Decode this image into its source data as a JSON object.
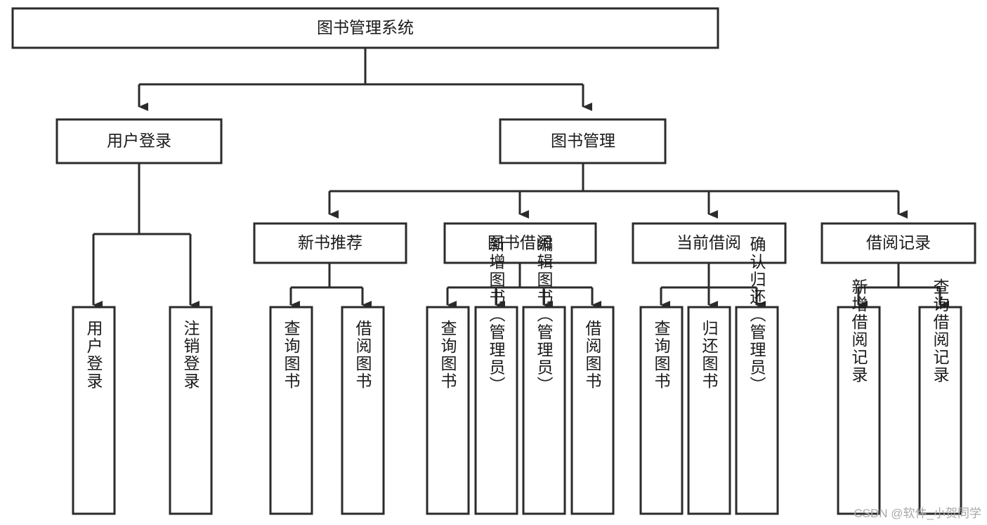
{
  "diagram": {
    "title": "图书管理系统",
    "type": "tree-hierarchy-flowchart",
    "colors": {
      "box_fill": "#ffffff",
      "box_stroke": "#2b2b2b",
      "text": "#1a1a1a",
      "background": "#ffffff",
      "watermark": "#a9a9a9"
    },
    "root": {
      "id": "root",
      "label": "图书管理系统"
    },
    "level2": [
      {
        "id": "user-login",
        "label": "用户登录"
      },
      {
        "id": "book-management",
        "label": "图书管理"
      }
    ],
    "level3": [
      {
        "id": "new-book-recommend",
        "label": "新书推荐"
      },
      {
        "id": "book-borrow",
        "label": "图书借阅"
      },
      {
        "id": "current-borrow",
        "label": "当前借阅"
      },
      {
        "id": "borrow-record",
        "label": "借阅记录"
      }
    ],
    "leaves": {
      "user_login": [
        {
          "id": "leaf-user-login",
          "label": "用户登录"
        },
        {
          "id": "leaf-logout",
          "label": "注销登录"
        }
      ],
      "new_book_recommend": [
        {
          "id": "leaf-query-book-1",
          "label": "查询图书"
        },
        {
          "id": "leaf-borrow-book-1",
          "label": "借阅图书"
        }
      ],
      "book_borrow": [
        {
          "id": "leaf-query-book-2",
          "label": "查询图书"
        },
        {
          "id": "leaf-add-book",
          "label": "新增图书（管理员）"
        },
        {
          "id": "leaf-edit-book",
          "label": "编辑图书（管理员）"
        },
        {
          "id": "leaf-borrow-book-2",
          "label": "借阅图书"
        }
      ],
      "current_borrow": [
        {
          "id": "leaf-query-book-3",
          "label": "查询图书"
        },
        {
          "id": "leaf-return-book",
          "label": "归还图书"
        },
        {
          "id": "leaf-confirm-return",
          "label": "确认归还（管理员）"
        }
      ],
      "borrow_record": [
        {
          "id": "leaf-add-record",
          "label": "新增借阅记录"
        },
        {
          "id": "leaf-query-record",
          "label": "查询借阅记录"
        }
      ]
    }
  },
  "watermark": {
    "text": "CSDN @软件_小贺同学"
  }
}
